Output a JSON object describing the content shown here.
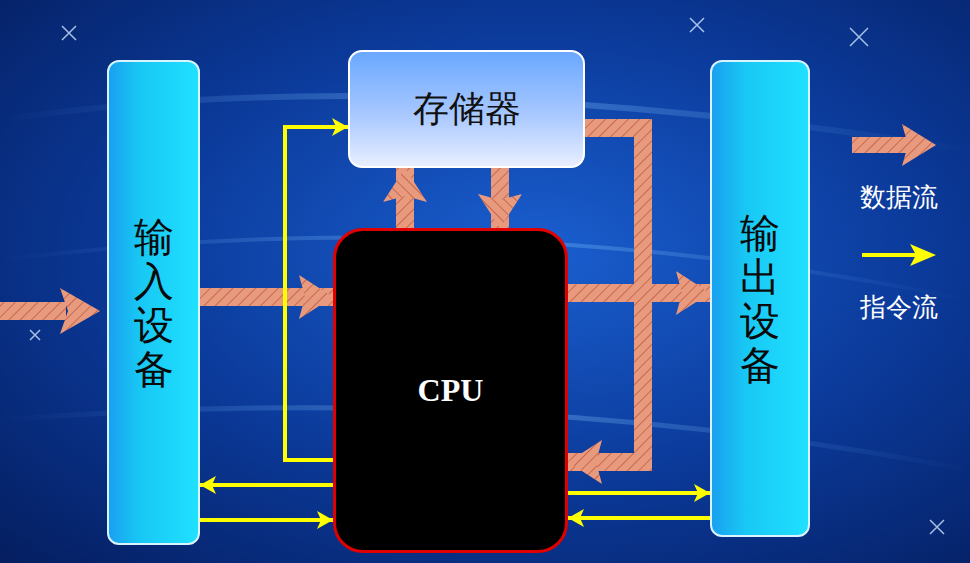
{
  "diagram": {
    "nodes": [
      {
        "text": [
          "输入设备"
        ]
      },
      {
        "text": [
          "存储器"
        ]
      },
      {
        "text": [
          "CPU"
        ]
      },
      {
        "text": [
          "输出设备"
        ]
      }
    ],
    "edges": [
      {
        "from": 0,
        "to": 2,
        "arrow": "to"
      },
      {
        "from": 2,
        "to": 1,
        "arrow": "to"
      },
      {
        "from": 1,
        "to": 2,
        "arrow": "to"
      },
      {
        "from": 2,
        "to": 3,
        "arrow": "to"
      },
      {
        "from": 1,
        "to": 2,
        "arrow": "to"
      },
      {
        "from": 2,
        "to": 1,
        "arrow": "to"
      },
      {
        "from": 2,
        "to": 0,
        "arrow": "to"
      },
      {
        "from": 0,
        "to": 2,
        "arrow": "to"
      },
      {
        "from": 2,
        "to": 3,
        "arrow": "to"
      },
      {
        "from": 3,
        "to": 2,
        "arrow": "to"
      }
    ],
    "legend": [
      {
        "text": "数据流"
      },
      {
        "text": "指令流"
      }
    ]
  }
}
